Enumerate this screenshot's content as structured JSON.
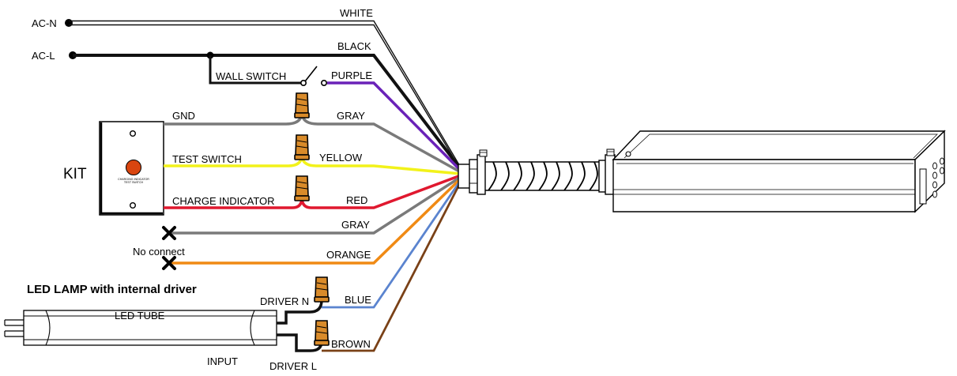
{
  "source": {
    "ac_n": "AC-N",
    "ac_l": "AC-L",
    "wall_switch": "WALL SWITCH"
  },
  "wires": {
    "white": "WHITE",
    "black": "BLACK",
    "purple": "PURPLE",
    "gray_top": "GRAY",
    "yellow": "YELLOW",
    "red": "RED",
    "gray_bottom": "GRAY",
    "orange": "ORANGE",
    "blue": "BLUE",
    "brown": "BROWN"
  },
  "kit": {
    "title": "KIT",
    "gnd": "GND",
    "test_switch": "TEST SWITCH",
    "charge_indicator": "CHARGE INDICATOR",
    "plate_text_1": "CHARGING INDICATOR",
    "plate_text_2": "TEST SWITCH"
  },
  "no_connect": "No connect",
  "lamp": {
    "title": "LED LAMP with internal driver",
    "tube": "LED TUBE",
    "input": "INPUT",
    "driver_n": "DRIVER N",
    "driver_l": "DRIVER L"
  },
  "colors": {
    "white_wire": "#3c3c3c",
    "black_wire": "#111111",
    "purple": "#6a22b8",
    "gray": "#7a7a7a",
    "yellow": "#f2f21a",
    "red": "#e0182f",
    "orange": "#f08a14",
    "blue": "#5b84cf",
    "brown": "#7a4117",
    "wirenut": "#d98b2a",
    "indicator": "#d9450f"
  }
}
